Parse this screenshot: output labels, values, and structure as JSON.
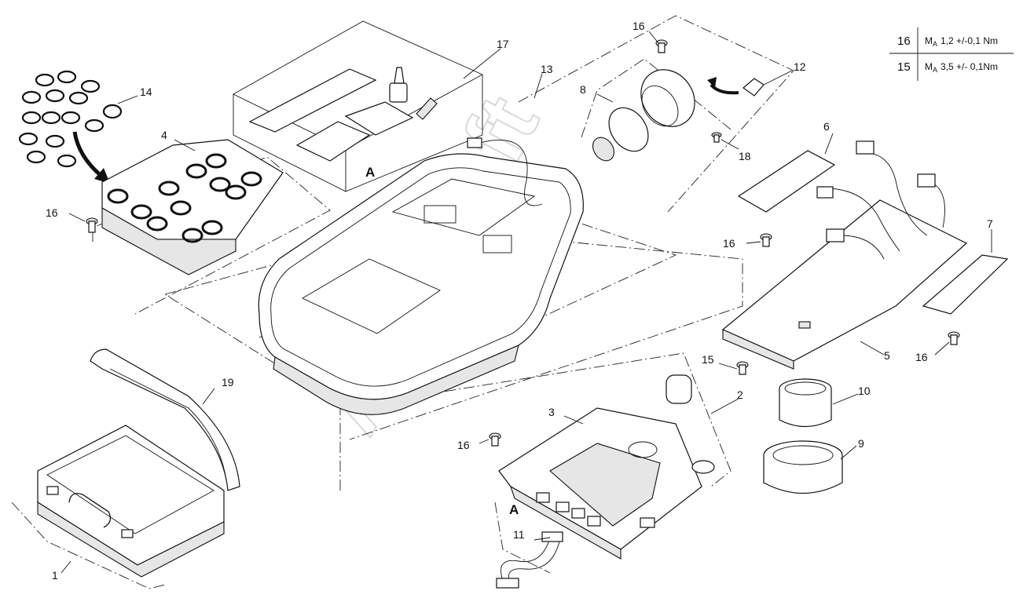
{
  "callouts": {
    "c1": "1",
    "c2": "2",
    "c3": "3",
    "c4": "4",
    "c5": "5",
    "c6": "6",
    "c7": "7",
    "c8": "8",
    "c9": "9",
    "c10": "10",
    "c11": "11",
    "c12": "12",
    "c13": "13",
    "c14": "14",
    "c15": "15",
    "c16": "16",
    "c17": "17",
    "c18": "18",
    "c19": "19"
  },
  "section_marks": {
    "a1": "A",
    "a2": "A"
  },
  "torque_table": {
    "rows": [
      {
        "part": "16",
        "torque_symbol": "M",
        "torque_sub": "A",
        "torque_value": "1,2 +/-0,1 Nm"
      },
      {
        "part": "15",
        "torque_symbol": "M",
        "torque_sub": "A",
        "torque_value": "3,5 +/- 0,1Nm"
      }
    ]
  },
  "watermark": "AutoSoft",
  "colors": {
    "ink": "#111111",
    "paper": "#ffffff",
    "watermark": "#c9c9c9"
  }
}
